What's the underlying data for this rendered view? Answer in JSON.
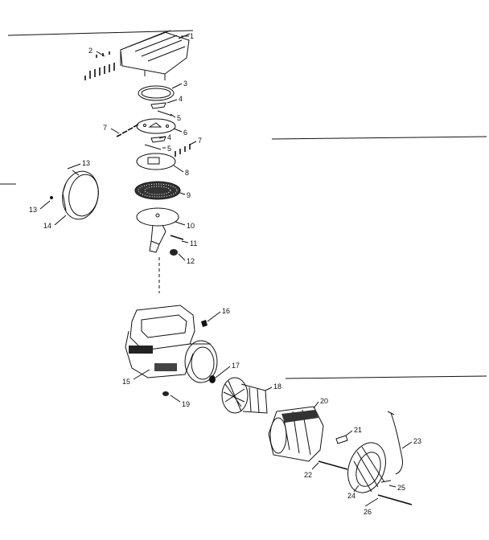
{
  "diagram": {
    "labels": [
      "1",
      "2",
      "3",
      "4",
      "5",
      "6",
      "7",
      "4",
      "5",
      "7",
      "8",
      "9",
      "10",
      "11",
      "12",
      "13",
      "13",
      "14",
      "15",
      "16",
      "17",
      "18",
      "19",
      "20",
      "21",
      "22",
      "23",
      "24",
      "25",
      "26"
    ]
  }
}
